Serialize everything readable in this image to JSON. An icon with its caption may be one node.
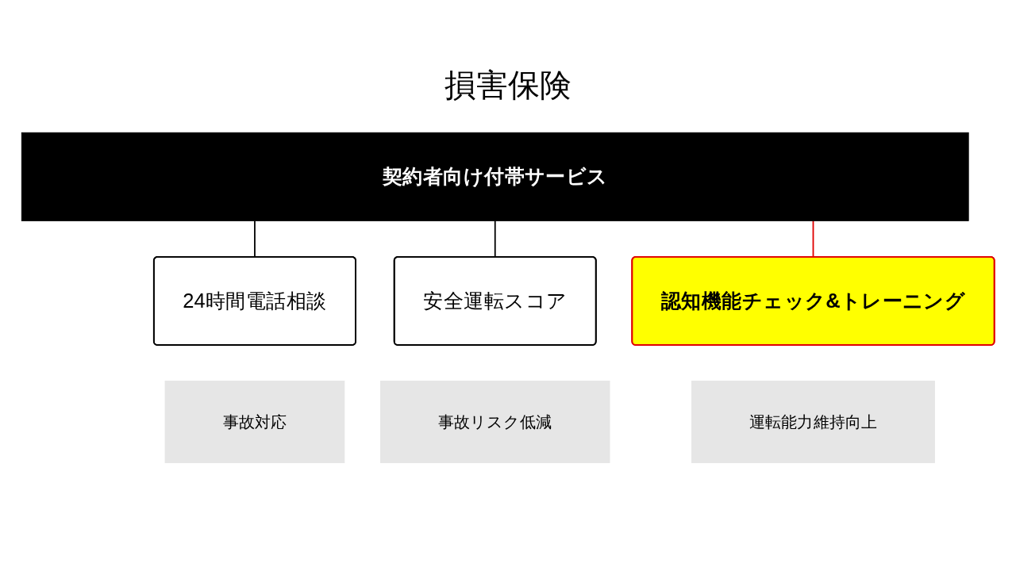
{
  "diagram": {
    "title": "損害保険",
    "nodes": [
      {
        "text": [
          "契約者向け付帯サービス"
        ]
      },
      {
        "text": [
          "24時間電話相談"
        ]
      },
      {
        "text": [
          "安全運転スコア"
        ]
      },
      {
        "text": [
          "認知機能チェック&トレーニング"
        ]
      },
      {
        "text": [
          "事故対応"
        ]
      },
      {
        "text": [
          "事故リスク低減"
        ]
      },
      {
        "text": [
          "運転能力維持向上"
        ]
      }
    ],
    "edges": [
      {
        "from": 0,
        "to": 1,
        "arrow": "none"
      },
      {
        "from": 0,
        "to": 2,
        "arrow": "none"
      },
      {
        "from": 0,
        "to": 3,
        "arrow": "none",
        "color": "#e00000"
      }
    ]
  }
}
